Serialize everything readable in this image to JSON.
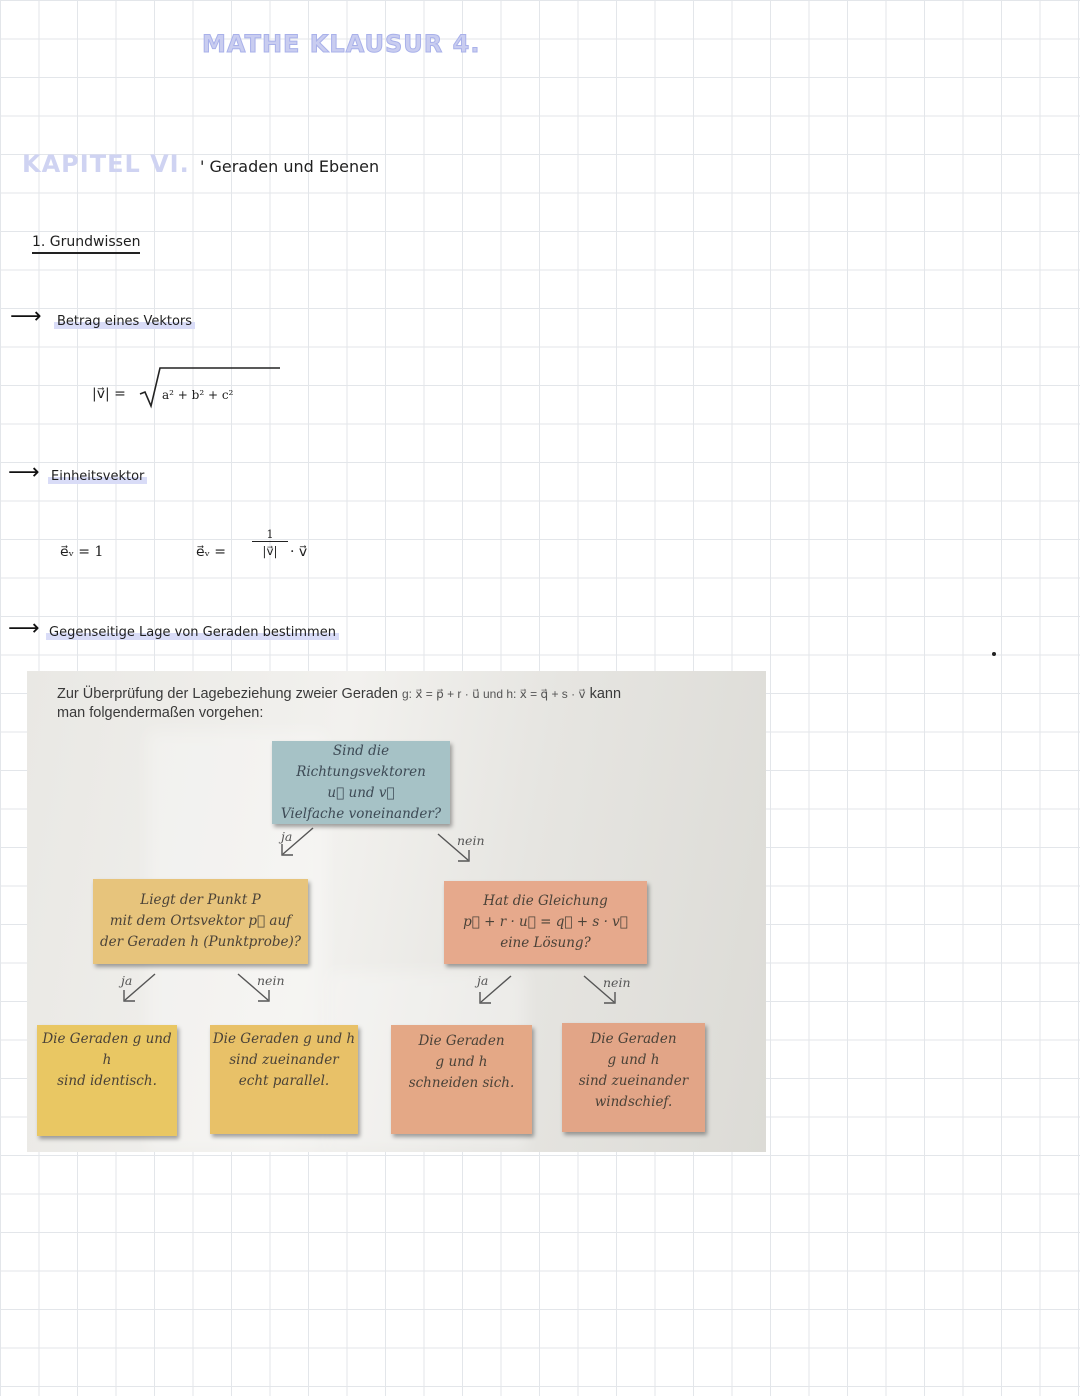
{
  "header": {
    "title": "MATHE KLAUSUR 4.",
    "chapter_label": "KAPITEL VI.",
    "chapter_text": "' Geraden und Ebenen"
  },
  "section": {
    "heading": "1. Grundwissen"
  },
  "bullets": [
    {
      "label": "Betrag eines Vektors"
    },
    {
      "label": "Einheitsvektor"
    },
    {
      "label": "Gegenseitige Lage von Geraden bestimmen"
    }
  ],
  "formulas": {
    "betrag_lhs": "|v⃗| =",
    "betrag_radicand": "a² + b² + c²",
    "einheit_a": "e⃗ᵥ = 1",
    "einheit_b_lhs": "e⃗ᵥ =",
    "einheit_b_num": "1",
    "einheit_b_den": "|v⃗|",
    "einheit_b_rhs": "· v⃗"
  },
  "textbook": {
    "intro_line1": "Zur Überprüfung der Lagebeziehung zweier Geraden",
    "intro_math": "g: x⃗ = p⃗ + r · u⃗ und h: x⃗ = q⃗ + s · v⃗",
    "intro_tail": "kann",
    "intro_line2": "man folgendermaßen vorgehen:",
    "top_question": [
      "Sind die Richtungsvektoren",
      "u⃗ und v⃗",
      "Vielfache voneinander?"
    ],
    "left_question": [
      "Liegt der Punkt P",
      "mit dem Ortsvektor p⃗ auf",
      "der Geraden h (Punktprobe)?"
    ],
    "right_question": [
      "Hat die Gleichung",
      "p⃗ + r · u⃗ = q⃗ + s · v⃗",
      "eine Lösung?"
    ],
    "yes": "ja",
    "no": "nein",
    "results": [
      [
        "Die Geraden g und h",
        "sind identisch."
      ],
      [
        "Die Geraden g und h",
        "sind zueinander",
        "echt parallel."
      ],
      [
        "Die Geraden",
        "g und h",
        "schneiden sich."
      ],
      [
        "Die Geraden",
        "g und h",
        "sind zueinander",
        "windschief."
      ]
    ]
  },
  "colors": {
    "title_tint": "#c9cdf0",
    "highlight": "#d9dcf7",
    "box_teal": "#a6c2c6",
    "box_yellow": "#e7c47c",
    "box_salmon": "#e6a98c"
  }
}
